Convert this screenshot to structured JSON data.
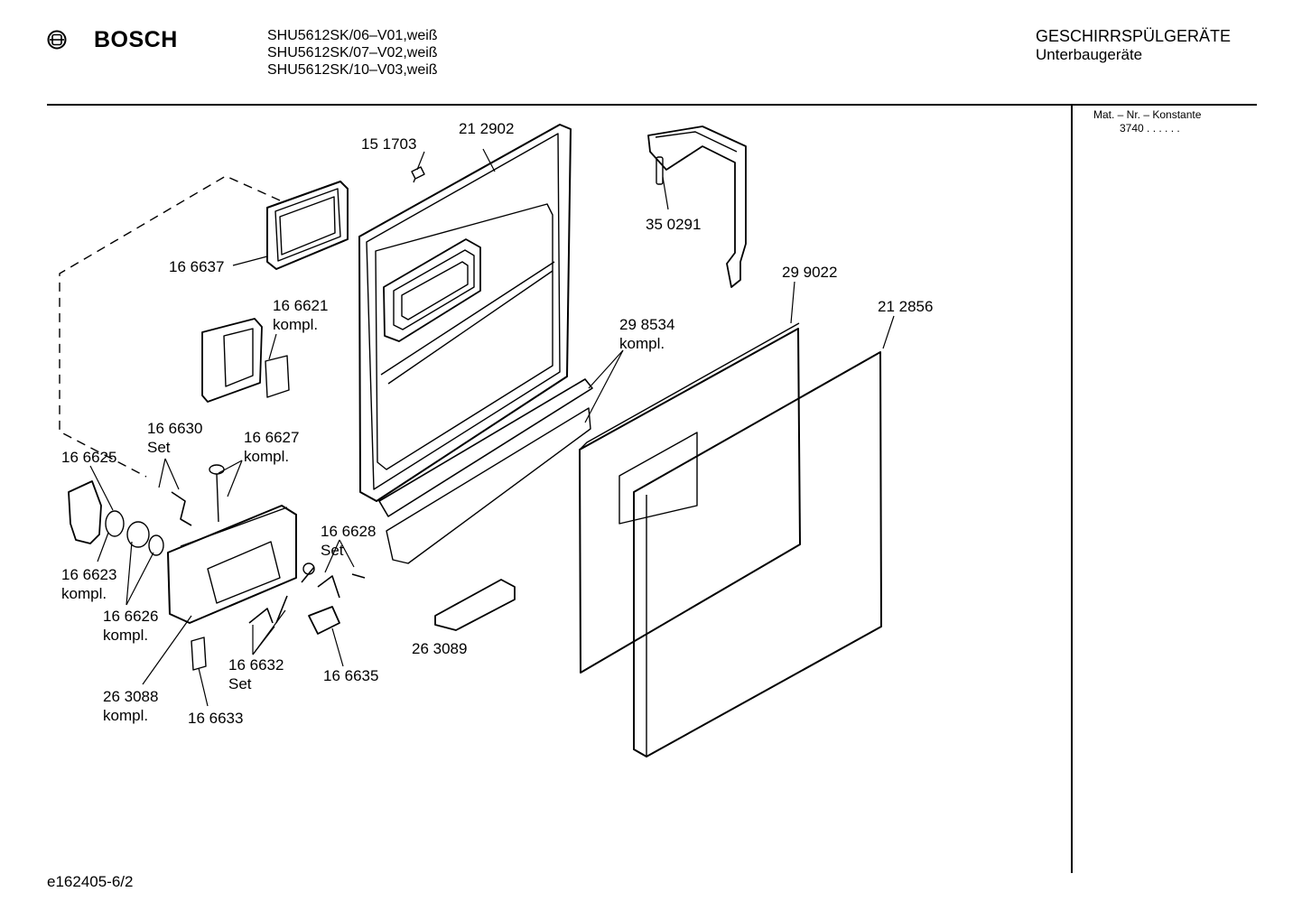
{
  "header": {
    "brand": "BOSCH",
    "logo_icon": "bosch-armature-icon",
    "models": [
      "SHU5612SK/06–V01,weiß",
      "SHU5612SK/07–V02,weiß",
      "SHU5612SK/10–V03,weiß"
    ],
    "category": "GESCHIRRSPÜLGERÄTE",
    "subcategory": "Unterbaugeräte"
  },
  "sidebar": {
    "mat_label": "Mat. – Nr. – Konstante",
    "mat_value": "3740 .  .  .  .  .  ."
  },
  "parts": {
    "p151703": "15 1703",
    "p212902": "21 2902",
    "p350291": "35 0291",
    "p166637": "16 6637",
    "p166621": "16 6621",
    "p166621b": "kompl.",
    "p299022": "29 9022",
    "p212856": "21 2856",
    "p298534": "29 8534",
    "p298534b": "kompl.",
    "p166630": "16 6630",
    "p166630b": "Set",
    "p166627": "16 6627",
    "p166627b": "kompl.",
    "p166625": "16 6625",
    "p166628": "16 6628",
    "p166628b": "Set",
    "p166623": "16 6623",
    "p166623b": "kompl.",
    "p166626": "16 6626",
    "p166626b": "kompl.",
    "p263089": "26 3089",
    "p166632": "16 6632",
    "p166632b": "Set",
    "p166635": "16 6635",
    "p263088": "26 3088",
    "p263088b": "kompl.",
    "p166633": "16 6633"
  },
  "footer": {
    "doc_id": "e162405-6/2"
  }
}
